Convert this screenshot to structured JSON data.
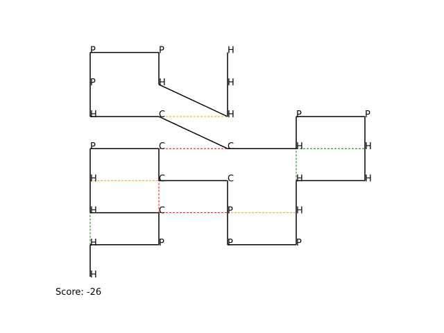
{
  "score": {
    "text": "Score: -26"
  },
  "colors": {
    "backbone": "#000000",
    "hh_contact": "#ffa500",
    "cc_contact": "#ff0000",
    "ch_contact": "#008000"
  },
  "lattice": {
    "residues": [
      {
        "t": "H",
        "x": 0,
        "y": 0
      },
      {
        "t": "H",
        "x": 0,
        "y": 1
      },
      {
        "t": "P",
        "x": 1,
        "y": 1
      },
      {
        "t": "C",
        "x": 1,
        "y": 2
      },
      {
        "t": "H",
        "x": 0,
        "y": 2
      },
      {
        "t": "H",
        "x": 0,
        "y": 3
      },
      {
        "t": "P",
        "x": 0,
        "y": 4
      },
      {
        "t": "C",
        "x": 1,
        "y": 4
      },
      {
        "t": "C",
        "x": 1,
        "y": 3
      },
      {
        "t": "C",
        "x": 2,
        "y": 3
      },
      {
        "t": "P",
        "x": 2,
        "y": 2
      },
      {
        "t": "P",
        "x": 2,
        "y": 1
      },
      {
        "t": "P",
        "x": 3,
        "y": 1
      },
      {
        "t": "H",
        "x": 3,
        "y": 2
      },
      {
        "t": "H",
        "x": 3,
        "y": 3
      },
      {
        "t": "H",
        "x": 4,
        "y": 3
      },
      {
        "t": "H",
        "x": 4,
        "y": 4
      },
      {
        "t": "P",
        "x": 4,
        "y": 5
      },
      {
        "t": "P",
        "x": 3,
        "y": 5
      },
      {
        "t": "H",
        "x": 3,
        "y": 4
      },
      {
        "t": "C",
        "x": 2,
        "y": 4
      },
      {
        "t": "C",
        "x": 1,
        "y": 5
      },
      {
        "t": "H",
        "x": 0,
        "y": 5
      },
      {
        "t": "P",
        "x": 0,
        "y": 6
      },
      {
        "t": "P",
        "x": 0,
        "y": 7
      },
      {
        "t": "P",
        "x": 1,
        "y": 7
      },
      {
        "t": "H",
        "x": 1,
        "y": 6
      },
      {
        "t": "H",
        "x": 2,
        "y": 5
      },
      {
        "t": "H",
        "x": 2,
        "y": 6
      },
      {
        "t": "H",
        "x": 2,
        "y": 7
      }
    ],
    "chain_order": [
      0,
      1,
      2,
      3,
      4,
      5,
      6,
      7,
      8,
      9,
      10,
      11,
      12,
      13,
      14,
      15,
      16,
      17,
      18,
      19,
      20,
      21,
      22,
      23,
      24,
      25,
      26,
      27,
      28,
      29
    ],
    "contacts": [
      {
        "a": [
          0,
          1
        ],
        "b": [
          0,
          2
        ],
        "kind": "ch_contact"
      },
      {
        "a": [
          0,
          3
        ],
        "b": [
          1,
          3
        ],
        "kind": "hh_contact"
      },
      {
        "a": [
          1,
          2
        ],
        "b": [
          2,
          2
        ],
        "kind": "cc_contact"
      },
      {
        "a": [
          1,
          2
        ],
        "b": [
          1,
          3
        ],
        "kind": "cc_contact"
      },
      {
        "a": [
          1,
          3
        ],
        "b": [
          1,
          4
        ],
        "kind": "cc_contact"
      },
      {
        "a": [
          1,
          4
        ],
        "b": [
          2,
          4
        ],
        "kind": "cc_contact"
      },
      {
        "a": [
          1,
          5
        ],
        "b": [
          2,
          5
        ],
        "kind": "hh_contact"
      },
      {
        "a": [
          2,
          2
        ],
        "b": [
          3,
          2
        ],
        "kind": "hh_contact"
      },
      {
        "a": [
          3,
          4
        ],
        "b": [
          4,
          4
        ],
        "kind": "ch_contact"
      },
      {
        "a": [
          3,
          3
        ],
        "b": [
          3,
          4
        ],
        "kind": "ch_contact"
      }
    ]
  }
}
